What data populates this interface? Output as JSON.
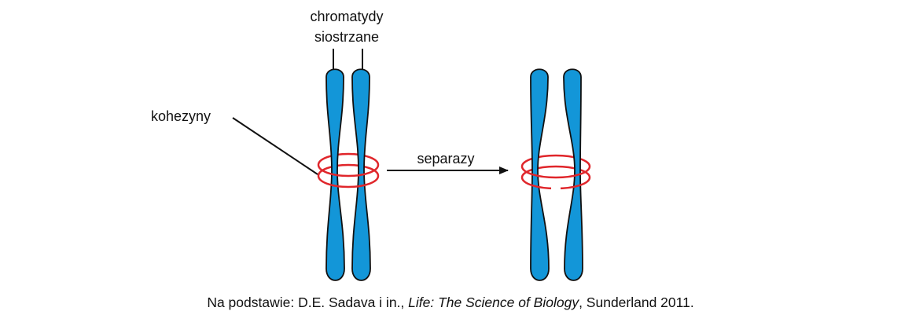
{
  "labels": {
    "sister_chromatids_line1": "chromatydy",
    "sister_chromatids_line2": "siostrzane",
    "cohesins": "kohezyny",
    "separase": "separazy"
  },
  "caption": {
    "prefix": "Na podstawie: D.E. Sadava i in., ",
    "book_title": "Life: The Science of Biology",
    "suffix": ", Sunderland 2011."
  },
  "colors": {
    "chromatid_fill": "#1396d8",
    "chromatid_stroke": "#111111",
    "cohesin_ring": "#e0262b",
    "text": "#111111"
  }
}
